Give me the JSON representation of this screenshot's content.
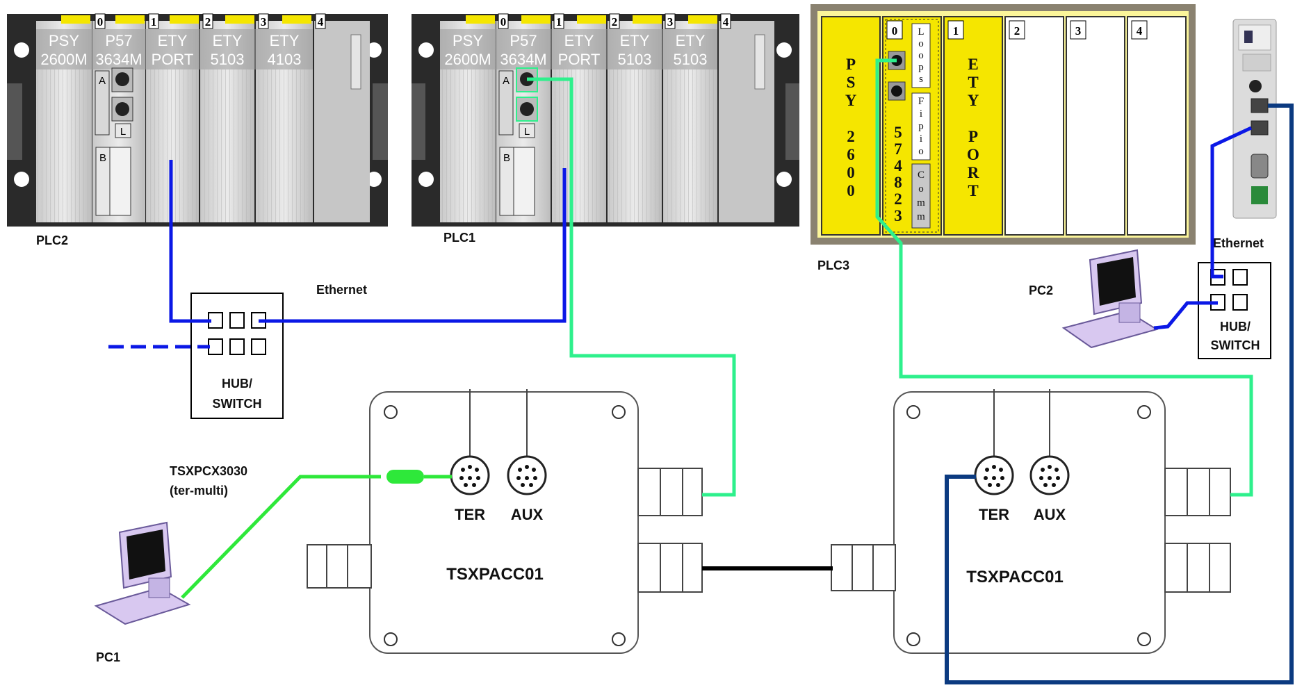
{
  "plc2": {
    "label": "PLC2",
    "slots": [
      "0",
      "1",
      "2",
      "3",
      "4"
    ],
    "modules": [
      [
        "PSY",
        "2600M"
      ],
      [
        "P57",
        "3634M"
      ],
      [
        "ETY",
        "PORT"
      ],
      [
        "ETY",
        "5103"
      ],
      [
        "ETY",
        "4103"
      ]
    ],
    "ports": [
      "A",
      "L",
      "B"
    ]
  },
  "plc1": {
    "label": "PLC1",
    "slots": [
      "0",
      "1",
      "2",
      "3",
      "4"
    ],
    "modules": [
      [
        "PSY",
        "2600M"
      ],
      [
        "P57",
        "3634M"
      ],
      [
        "ETY",
        "PORT"
      ],
      [
        "ETY",
        "5103"
      ],
      [
        "ETY",
        "5103"
      ]
    ],
    "ports": [
      "A",
      "L",
      "B"
    ]
  },
  "plc3": {
    "label": "PLC3",
    "slots": [
      "0",
      "1",
      "2",
      "3",
      "4"
    ],
    "psy": [
      "P",
      "S",
      "Y",
      "",
      "2",
      "6",
      "0",
      "0"
    ],
    "cpu": [
      "5",
      "7",
      "4",
      "8",
      "2",
      "3"
    ],
    "loops": [
      "L",
      "o",
      "o",
      "p",
      "s"
    ],
    "fipio": [
      "F",
      "i",
      "p",
      "i",
      "o"
    ],
    "comm": [
      "C",
      "o",
      "m",
      "m"
    ],
    "ety": [
      "E",
      "T",
      "Y",
      "",
      "P",
      "O",
      "R",
      "T"
    ]
  },
  "hub_left": {
    "title": [
      "HUB/",
      "SWITCH"
    ]
  },
  "hub_right": {
    "title": [
      "HUB/",
      "SWITCH"
    ]
  },
  "labels": {
    "ethernet_left": "Ethernet",
    "ethernet_right": "Ethernet",
    "cable": [
      "TSXPCX3030",
      "(ter-multi)"
    ],
    "pc1": "PC1",
    "pc2": "PC2"
  },
  "box_left": {
    "name": "TSXPACC01",
    "ter": "TER",
    "aux": "AUX"
  },
  "box_right": {
    "name": "TSXPACC01",
    "ter": "TER",
    "aux": "AUX"
  },
  "colors": {
    "ethernet": "#0b18e6",
    "fipio_green": "#2ef08c",
    "terminal_green": "#2ee83a",
    "serial_navy": "#0b3a80",
    "rack_dark": "#222222",
    "slot_yellow": "#f5e600",
    "plc3_yellow": "#fbf59a"
  }
}
